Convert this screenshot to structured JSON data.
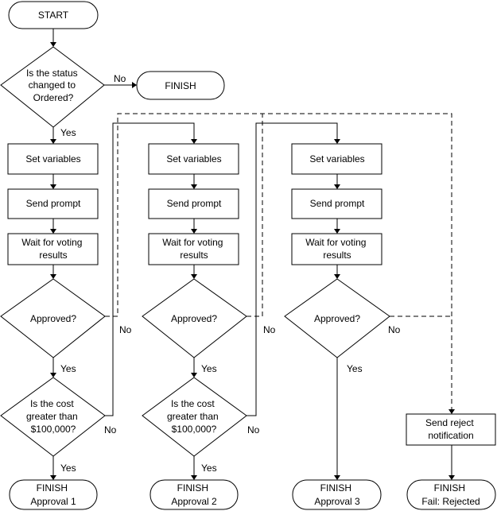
{
  "nodes": {
    "start": {
      "lines": [
        "START"
      ]
    },
    "status_check": {
      "lines": [
        "Is the status",
        "changed to",
        "Ordered?"
      ]
    },
    "finish_top": {
      "lines": [
        "FINISH"
      ]
    },
    "set_vars_1": {
      "lines": [
        "Set variables"
      ]
    },
    "prompt_1": {
      "lines": [
        "Send prompt"
      ]
    },
    "wait_1": {
      "lines": [
        "Wait for voting",
        "results"
      ]
    },
    "approved_1": {
      "lines": [
        "Approved?"
      ]
    },
    "cost_1": {
      "lines": [
        "Is the cost",
        "greater than",
        "$100,000?"
      ]
    },
    "finish_1": {
      "lines": [
        "FINISH",
        "Approval 1"
      ]
    },
    "set_vars_2": {
      "lines": [
        "Set variables"
      ]
    },
    "prompt_2": {
      "lines": [
        "Send prompt"
      ]
    },
    "wait_2": {
      "lines": [
        "Wait for voting",
        "results"
      ]
    },
    "approved_2": {
      "lines": [
        "Approved?"
      ]
    },
    "cost_2": {
      "lines": [
        "Is the cost",
        "greater than",
        "$100,000?"
      ]
    },
    "finish_2": {
      "lines": [
        "FINISH",
        "Approval 2"
      ]
    },
    "set_vars_3": {
      "lines": [
        "Set variables"
      ]
    },
    "prompt_3": {
      "lines": [
        "Send prompt"
      ]
    },
    "wait_3": {
      "lines": [
        "Wait for voting",
        "results"
      ]
    },
    "approved_3": {
      "lines": [
        "Approved?"
      ]
    },
    "finish_3": {
      "lines": [
        "FINISH",
        "Approval 3"
      ]
    },
    "reject_notify": {
      "lines": [
        "Send reject",
        "notification"
      ]
    },
    "finish_reject": {
      "lines": [
        "FINISH",
        "Fail: Rejected"
      ]
    }
  },
  "edge_labels": {
    "status_no": "No",
    "status_yes": "Yes",
    "approved_1_no": "No",
    "approved_1_yes": "Yes",
    "cost_1_no": "No",
    "cost_1_yes": "Yes",
    "approved_2_no": "No",
    "approved_2_yes": "Yes",
    "cost_2_no": "No",
    "cost_2_yes": "Yes",
    "approved_3_no": "No",
    "approved_3_yes": "Yes"
  }
}
